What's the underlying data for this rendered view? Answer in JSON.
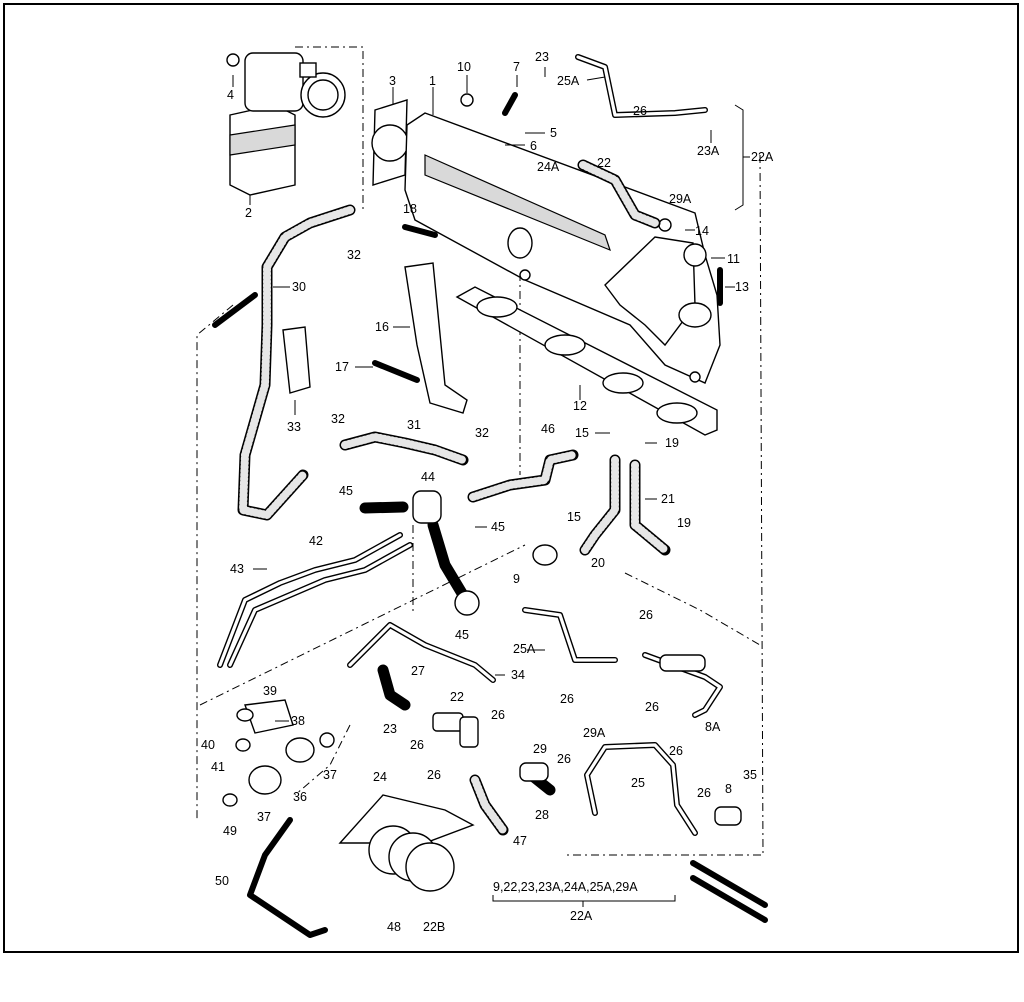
{
  "diagram": {
    "part_labels": [
      "1",
      "2",
      "3",
      "4",
      "5",
      "6",
      "7",
      "10",
      "23",
      "25A",
      "26",
      "22",
      "24A",
      "29A",
      "23A",
      "22A",
      "18",
      "14",
      "32",
      "11",
      "13",
      "30",
      "16",
      "12",
      "17",
      "33",
      "32",
      "31",
      "32",
      "46",
      "15",
      "19",
      "21",
      "45",
      "44",
      "45",
      "15",
      "20",
      "19",
      "42",
      "43",
      "9",
      "45",
      "26",
      "25A",
      "27",
      "34",
      "39",
      "38",
      "26",
      "23",
      "26",
      "22",
      "26",
      "29A",
      "26",
      "8A",
      "40",
      "41",
      "37",
      "36",
      "29",
      "26",
      "26",
      "25",
      "26",
      "8",
      "26",
      "35",
      "37",
      "49",
      "24",
      "28",
      "47",
      "50",
      "48",
      "22B"
    ],
    "group_caption": "9,22,23,23A,24A,25A,29A",
    "group_caption_ref": "22A"
  }
}
